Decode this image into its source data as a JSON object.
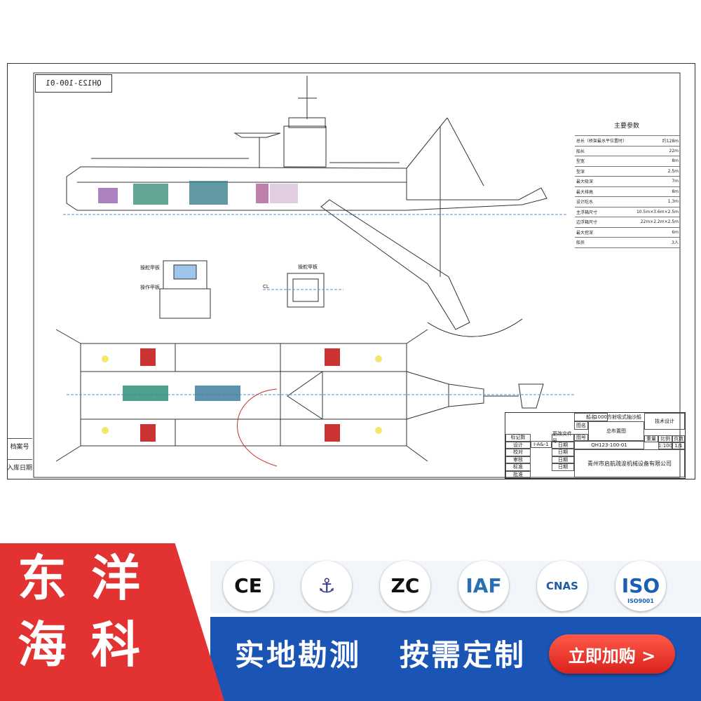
{
  "drawing": {
    "number_box": "QH123-100-01",
    "side_labels": {
      "archive": "档案号",
      "storage_date": "入库日期"
    },
    "params_title": "主要参数",
    "params": [
      [
        "总长（桥架最水平位置时）",
        "约128m"
      ],
      [
        "船长",
        "22m"
      ],
      [
        "型宽",
        "8m"
      ],
      [
        "型深",
        "2.5m"
      ],
      [
        "最大吸深",
        "7m"
      ],
      [
        "最大排高",
        "8m"
      ],
      [
        "设计吃水",
        "1.3m"
      ],
      [
        "主浮箱尺寸",
        "10.5m×3.6m×2.5m"
      ],
      [
        "边浮箱尺寸",
        "22m×2.2m×2.5m"
      ],
      [
        "最大挖深",
        "6m"
      ],
      [
        "船员",
        "3人"
      ]
    ],
    "control_room_labels": {
      "top": "操舵甲板",
      "bottom": "操作甲板"
    },
    "frame_label": "操舵甲板",
    "cl_label": "CL",
    "title_block": {
      "product": "1000方射吸式抽沙船",
      "dept": "技术设计",
      "drawing_name": "总布置图",
      "drawing_code": "QH123-100-01",
      "scale": "1:100",
      "sheet": "1/1",
      "company": "青州市启航疏浚机械设备有限公司",
      "col_name": "船名",
      "col_fig": "图名",
      "col_code": "图号",
      "col_weight": "重量",
      "col_ratio": "比例",
      "col_pages": "页数",
      "row_labels": [
        "标记数",
        "设计",
        "校对",
        "审核",
        "标准",
        "批准"
      ],
      "row_mid": [
        "更改文件号",
        "日期",
        "日期",
        "日期",
        "日期"
      ],
      "marks": "I-A&-1"
    }
  },
  "certs": [
    {
      "name": "ce-cert",
      "text": "CE",
      "color": "#111111"
    },
    {
      "name": "ccs-cert",
      "text": "⚓",
      "color": "#3a3a8a"
    },
    {
      "name": "zc-cert",
      "text": "ZC",
      "color": "#111111"
    },
    {
      "name": "iaf-cert",
      "text": "IAF",
      "color": "#2a6fb3"
    },
    {
      "name": "cnas-cert",
      "text": "CNAS",
      "color": "#1f5aa5"
    },
    {
      "name": "iso-cert",
      "text": "ISO",
      "color": "#1b5fb0",
      "sub": "ISO9001"
    }
  ],
  "brand": {
    "chars": [
      "东",
      "洋",
      "海",
      "科"
    ]
  },
  "slogans": [
    "实地勘测",
    "按需定制"
  ],
  "buy_button": "立即加购 >"
}
